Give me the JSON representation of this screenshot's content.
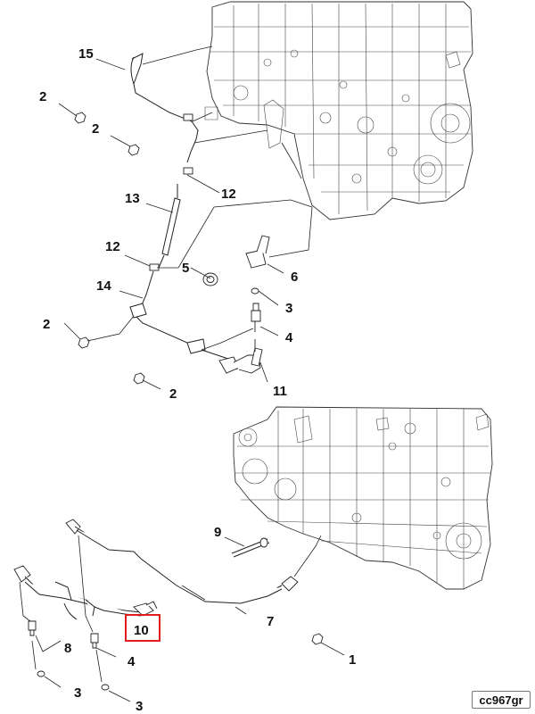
{
  "diagram": {
    "upper_callouts": {
      "c15": "15",
      "c2a": "2",
      "c2b": "2",
      "c13": "13",
      "c12a": "12",
      "c12b": "12",
      "c5": "5",
      "c6": "6",
      "c14": "14",
      "c3": "3",
      "c2c": "2",
      "c4": "4",
      "c2d": "2",
      "c11": "11"
    },
    "lower_callouts": {
      "c9": "9",
      "c7": "7",
      "c10": "10",
      "c8": "8",
      "c4": "4",
      "c1": "1",
      "c3a": "3",
      "c3b": "3"
    },
    "highlight_color": "#e31a1c",
    "reference_code": "cc967gr"
  }
}
